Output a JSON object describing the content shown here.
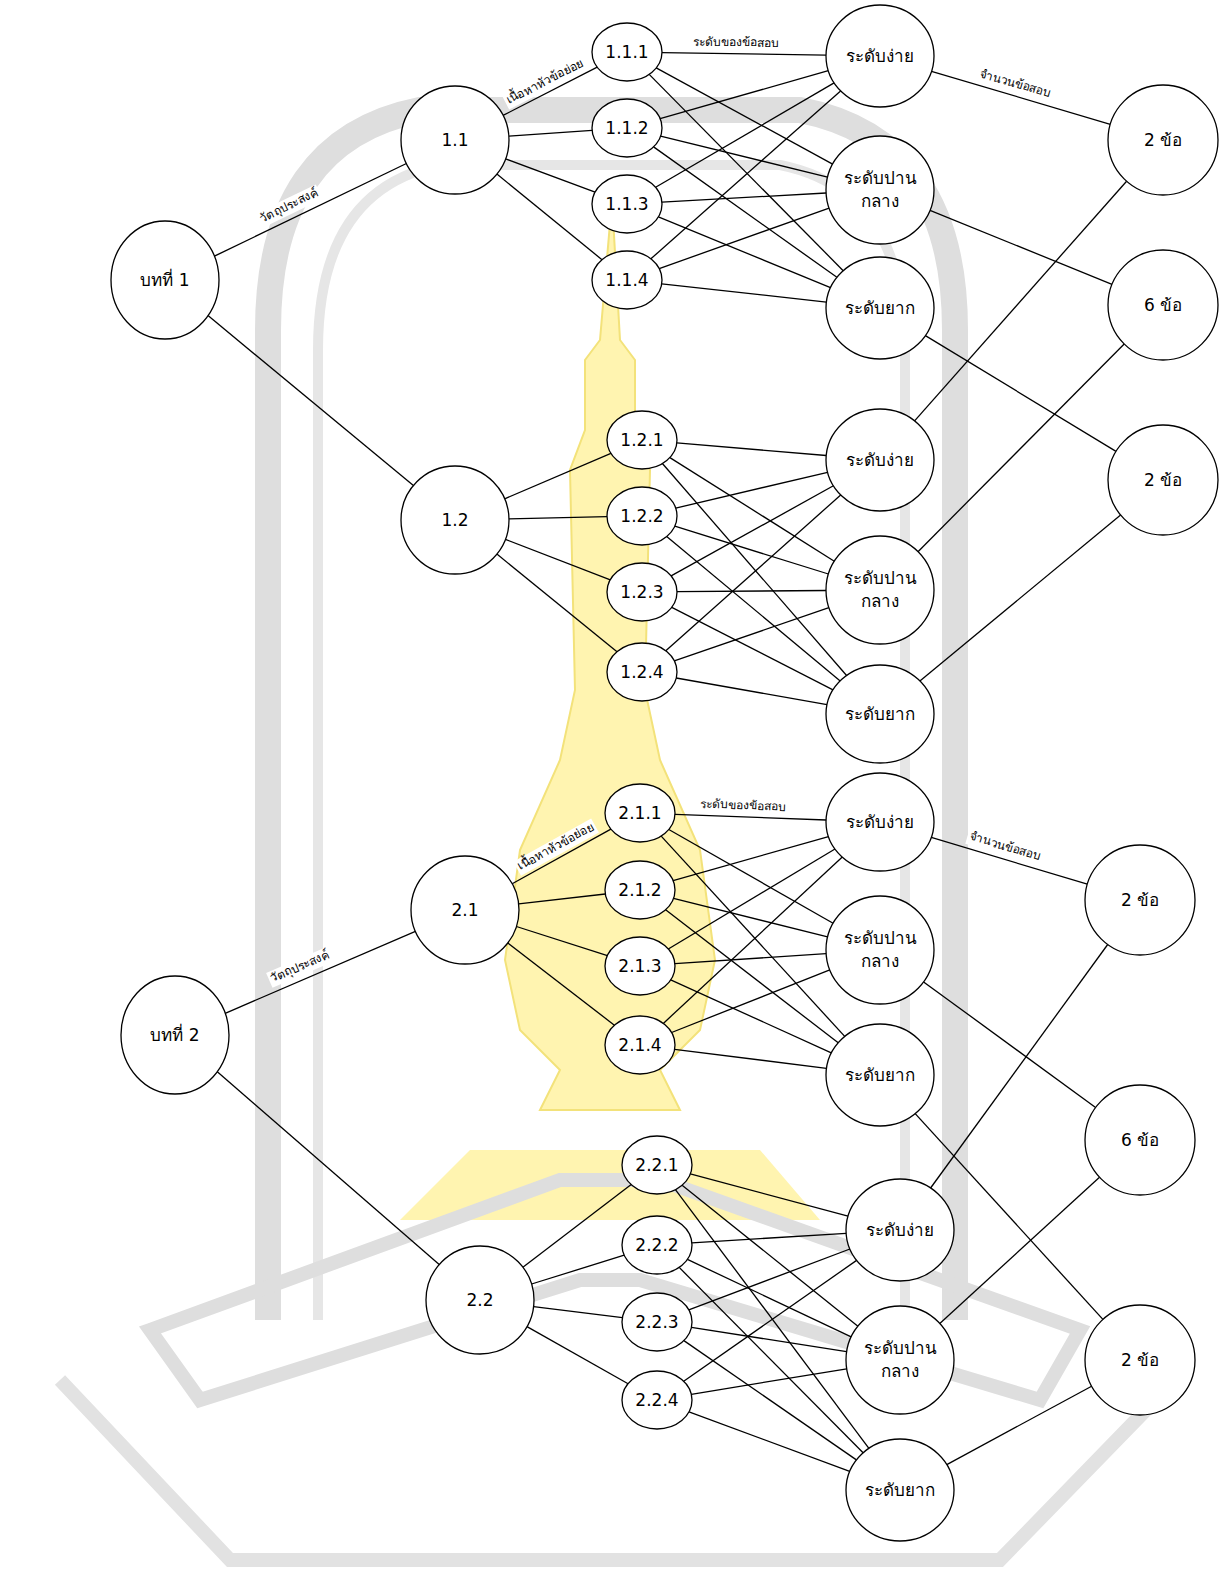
{
  "diagram": {
    "nodes": [
      {
        "text": [
          "บทที่ 1"
        ]
      },
      {
        "text": [
          "1.1"
        ]
      },
      {
        "text": [
          "1.1.1"
        ]
      },
      {
        "text": [
          "1.1.2"
        ]
      },
      {
        "text": [
          "1.1.3"
        ]
      },
      {
        "text": [
          "1.1.4"
        ]
      },
      {
        "text": [
          "ระดับง่าย"
        ]
      },
      {
        "text": [
          "ระดับปาน กลาง"
        ]
      },
      {
        "text": [
          "ระดับยาก"
        ]
      },
      {
        "text": [
          "2 ข้อ"
        ]
      },
      {
        "text": [
          "6 ข้อ"
        ]
      },
      {
        "text": [
          "2 ข้อ"
        ]
      },
      {
        "text": [
          "1.2"
        ]
      },
      {
        "text": [
          "1.2.1"
        ]
      },
      {
        "text": [
          "1.2.2"
        ]
      },
      {
        "text": [
          "1.2.3"
        ]
      },
      {
        "text": [
          "1.2.4"
        ]
      },
      {
        "text": [
          "ระดับง่าย"
        ]
      },
      {
        "text": [
          "ระดับปาน กลาง"
        ]
      },
      {
        "text": [
          "ระดับยาก"
        ]
      },
      {
        "text": [
          "บทที่ 2"
        ]
      },
      {
        "text": [
          "2.1"
        ]
      },
      {
        "text": [
          "2.1.1"
        ]
      },
      {
        "text": [
          "2.1.2"
        ]
      },
      {
        "text": [
          "2.1.3"
        ]
      },
      {
        "text": [
          "2.1.4"
        ]
      },
      {
        "text": [
          "ระดับง่าย"
        ]
      },
      {
        "text": [
          "ระดับปาน กลาง"
        ]
      },
      {
        "text": [
          "ระดับยาก"
        ]
      },
      {
        "text": [
          "2 ข้อ"
        ]
      },
      {
        "text": [
          "6 ข้อ"
        ]
      },
      {
        "text": [
          "2 ข้อ"
        ]
      },
      {
        "text": [
          "2.2"
        ]
      },
      {
        "text": [
          "2.2.1"
        ]
      },
      {
        "text": [
          "2.2.2"
        ]
      },
      {
        "text": [
          "2.2.3"
        ]
      },
      {
        "text": [
          "2.2.4"
        ]
      },
      {
        "text": [
          "ระดับง่าย"
        ]
      },
      {
        "text": [
          "ระดับปาน กลาง"
        ]
      },
      {
        "text": [
          "ระดับยาก"
        ]
      }
    ],
    "edges": [
      {
        "from": 0,
        "to": 1,
        "arrow": "none",
        "label": "วัตถุประสงค์"
      },
      {
        "from": 0,
        "to": 12,
        "arrow": "none"
      },
      {
        "from": 1,
        "to": 2,
        "arrow": "none",
        "label": "เนื้อหาหัวข้อย่อย"
      },
      {
        "from": 1,
        "to": 3,
        "arrow": "none"
      },
      {
        "from": 1,
        "to": 4,
        "arrow": "none"
      },
      {
        "from": 1,
        "to": 5,
        "arrow": "none"
      },
      {
        "from": 2,
        "to": 6,
        "arrow": "none",
        "label": "ระดับของข้อสอบ"
      },
      {
        "from": 2,
        "to": 7,
        "arrow": "none"
      },
      {
        "from": 2,
        "to": 8,
        "arrow": "none"
      },
      {
        "from": 3,
        "to": 6,
        "arrow": "none"
      },
      {
        "from": 3,
        "to": 7,
        "arrow": "none"
      },
      {
        "from": 3,
        "to": 8,
        "arrow": "none"
      },
      {
        "from": 4,
        "to": 6,
        "arrow": "none"
      },
      {
        "from": 4,
        "to": 7,
        "arrow": "none"
      },
      {
        "from": 4,
        "to": 8,
        "arrow": "none"
      },
      {
        "from": 5,
        "to": 6,
        "arrow": "none"
      },
      {
        "from": 5,
        "to": 7,
        "arrow": "none"
      },
      {
        "from": 5,
        "to": 8,
        "arrow": "none"
      },
      {
        "from": 6,
        "to": 9,
        "arrow": "none",
        "label": "จำนวนข้อสอบ"
      },
      {
        "from": 7,
        "to": 10,
        "arrow": "none"
      },
      {
        "from": 8,
        "to": 11,
        "arrow": "none"
      },
      {
        "from": 12,
        "to": 13,
        "arrow": "none"
      },
      {
        "from": 12,
        "to": 14,
        "arrow": "none"
      },
      {
        "from": 12,
        "to": 15,
        "arrow": "none"
      },
      {
        "from": 12,
        "to": 16,
        "arrow": "none"
      },
      {
        "from": 13,
        "to": 17,
        "arrow": "none"
      },
      {
        "from": 13,
        "to": 18,
        "arrow": "none"
      },
      {
        "from": 13,
        "to": 19,
        "arrow": "none"
      },
      {
        "from": 14,
        "to": 17,
        "arrow": "none"
      },
      {
        "from": 14,
        "to": 18,
        "arrow": "none"
      },
      {
        "from": 14,
        "to": 19,
        "arrow": "none"
      },
      {
        "from": 15,
        "to": 17,
        "arrow": "none"
      },
      {
        "from": 15,
        "to": 18,
        "arrow": "none"
      },
      {
        "from": 15,
        "to": 19,
        "arrow": "none"
      },
      {
        "from": 16,
        "to": 17,
        "arrow": "none"
      },
      {
        "from": 16,
        "to": 18,
        "arrow": "none"
      },
      {
        "from": 16,
        "to": 19,
        "arrow": "none"
      },
      {
        "from": 17,
        "to": 9,
        "arrow": "none"
      },
      {
        "from": 18,
        "to": 10,
        "arrow": "none"
      },
      {
        "from": 19,
        "to": 11,
        "arrow": "none"
      },
      {
        "from": 20,
        "to": 21,
        "arrow": "none",
        "label": "วัตถุประสงค์"
      },
      {
        "from": 20,
        "to": 32,
        "arrow": "none"
      },
      {
        "from": 21,
        "to": 22,
        "arrow": "none",
        "label": "เนื้อหาหัวข้อย่อย"
      },
      {
        "from": 21,
        "to": 23,
        "arrow": "none"
      },
      {
        "from": 21,
        "to": 24,
        "arrow": "none"
      },
      {
        "from": 21,
        "to": 25,
        "arrow": "none"
      },
      {
        "from": 22,
        "to": 26,
        "arrow": "none",
        "label": "ระดับของข้อสอบ"
      },
      {
        "from": 22,
        "to": 27,
        "arrow": "none"
      },
      {
        "from": 22,
        "to": 28,
        "arrow": "none"
      },
      {
        "from": 23,
        "to": 26,
        "arrow": "none"
      },
      {
        "from": 23,
        "to": 27,
        "arrow": "none"
      },
      {
        "from": 23,
        "to": 28,
        "arrow": "none"
      },
      {
        "from": 24,
        "to": 26,
        "arrow": "none"
      },
      {
        "from": 24,
        "to": 27,
        "arrow": "none"
      },
      {
        "from": 24,
        "to": 28,
        "arrow": "none"
      },
      {
        "from": 25,
        "to": 26,
        "arrow": "none"
      },
      {
        "from": 25,
        "to": 27,
        "arrow": "none"
      },
      {
        "from": 25,
        "to": 28,
        "arrow": "none"
      },
      {
        "from": 26,
        "to": 29,
        "arrow": "none",
        "label": "จำนวนข้อสอบ"
      },
      {
        "from": 27,
        "to": 30,
        "arrow": "none"
      },
      {
        "from": 28,
        "to": 31,
        "arrow": "none"
      },
      {
        "from": 32,
        "to": 33,
        "arrow": "none"
      },
      {
        "from": 32,
        "to": 34,
        "arrow": "none"
      },
      {
        "from": 32,
        "to": 35,
        "arrow": "none"
      },
      {
        "from": 32,
        "to": 36,
        "arrow": "none"
      },
      {
        "from": 33,
        "to": 37,
        "arrow": "none"
      },
      {
        "from": 33,
        "to": 38,
        "arrow": "none"
      },
      {
        "from": 33,
        "to": 39,
        "arrow": "none"
      },
      {
        "from": 34,
        "to": 37,
        "arrow": "none"
      },
      {
        "from": 34,
        "to": 38,
        "arrow": "none"
      },
      {
        "from": 34,
        "to": 39,
        "arrow": "none"
      },
      {
        "from": 35,
        "to": 37,
        "arrow": "none"
      },
      {
        "from": 35,
        "to": 38,
        "arrow": "none"
      },
      {
        "from": 35,
        "to": 39,
        "arrow": "none"
      },
      {
        "from": 36,
        "to": 37,
        "arrow": "none"
      },
      {
        "from": 36,
        "to": 38,
        "arrow": "none"
      },
      {
        "from": 36,
        "to": 39,
        "arrow": "none"
      },
      {
        "from": 37,
        "to": 29,
        "arrow": "none"
      },
      {
        "from": 38,
        "to": 30,
        "arrow": "none"
      },
      {
        "from": 39,
        "to": 31,
        "arrow": "none"
      }
    ]
  }
}
